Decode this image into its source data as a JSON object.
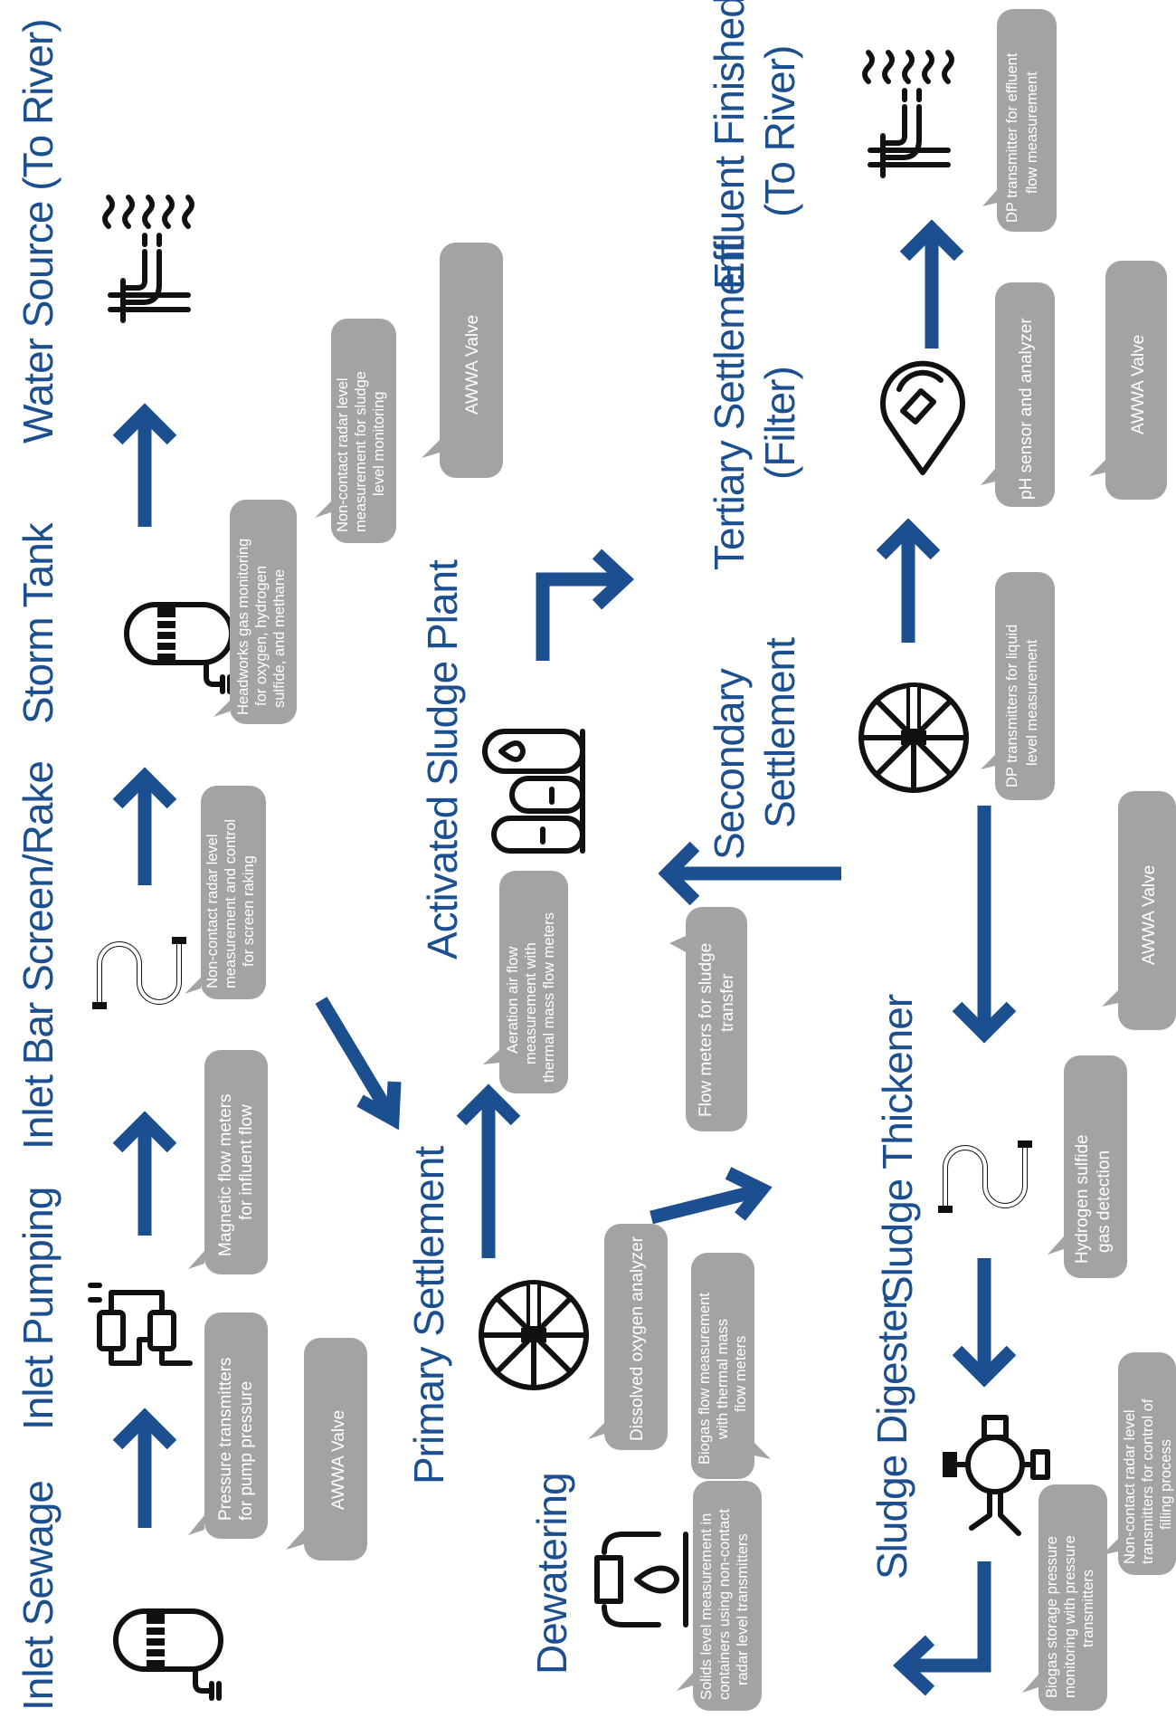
{
  "stages": {
    "inlet_sewage": "Inlet Sewage",
    "inlet_pumping": "Inlet Pumping",
    "inlet_bar_screen": "Inlet Bar Screen/Rake",
    "storm_tank": "Storm Tank",
    "water_source": "Water Source (To River)",
    "primary_settlement": "Primary Settlement",
    "activated_sludge_plant": "Activated Sludge Plant",
    "secondary_settlement_1": "Secondary",
    "secondary_settlement_2": "Settlement",
    "tertiary_settlement_1": "Tertiary Settlement",
    "tertiary_settlement_2": "(Filter)",
    "effluent_finished_1": "Effluent Finished",
    "effluent_finished_2": "(To River)",
    "dewatering": "Dewatering",
    "sludge_digester": "Sludge Digester",
    "sludge_thickener": "Sludge Thickener"
  },
  "callouts": {
    "awwa_valve": "AWWA Valve",
    "pressure_1": "Pressure transmitters",
    "pressure_2": "for pump pressure",
    "magnetic_1": "Magnetic flow meters",
    "magnetic_2": "for influent flow",
    "radar_screen_1": "Non-contact radar level",
    "radar_screen_2": "measurement and control",
    "radar_screen_3": "for screen raking",
    "headworks_1": "Headworks gas monitoring",
    "headworks_2": "for oxygen, hydrogen",
    "headworks_3": "sulfide, and methane",
    "radar_sludge_1": "Non-contact radar level",
    "radar_sludge_2": "measurement for sludge",
    "radar_sludge_3": "level monitoring",
    "aeration_1": "Aeration air flow",
    "aeration_2": "measurement with",
    "aeration_3": "thermal mass flow meters",
    "sludge_transfer_1": "Flow meters for sludge",
    "sludge_transfer_2": "transfer",
    "dissolved_oxygen": "Dissolved oxygen analyzer",
    "biogas_flow_1": "Biogas flow measurement",
    "biogas_flow_2": "with thermal mass",
    "biogas_flow_3": "flow meters",
    "solids_1": "Solids level measurement in",
    "solids_2": "containers using non-contact",
    "solids_3": "radar level transmitters",
    "dp_effluent_1": "DP transmitter for effluent",
    "dp_effluent_2": "flow measurement",
    "ph": "pH sensor and analyzer",
    "dp_liquid_1": "DP transmitters for liquid",
    "dp_liquid_2": "level measurement",
    "h2s_1": "Hydrogen sulfide",
    "h2s_2": "gas detection",
    "radar_fill_1": "Non-contact radar level",
    "radar_fill_2": "transmitters for control of",
    "radar_fill_3": "filling process",
    "biogas_storage_1": "Biogas storage pressure",
    "biogas_storage_2": "monitoring with pressure",
    "biogas_storage_3": "transmitters"
  },
  "icons": [
    "storage-tank-icon",
    "pump-icon",
    "s-pipe-icon",
    "river-outfall-icon",
    "clarifier-wheel-icon",
    "aeration-tank-icon",
    "filter-drop-icon",
    "dewatering-icon",
    "digester-valve-icon"
  ],
  "colors": {
    "accent": "#1b4f8f",
    "callout": "#a3a3a3",
    "icon": "#111111"
  }
}
